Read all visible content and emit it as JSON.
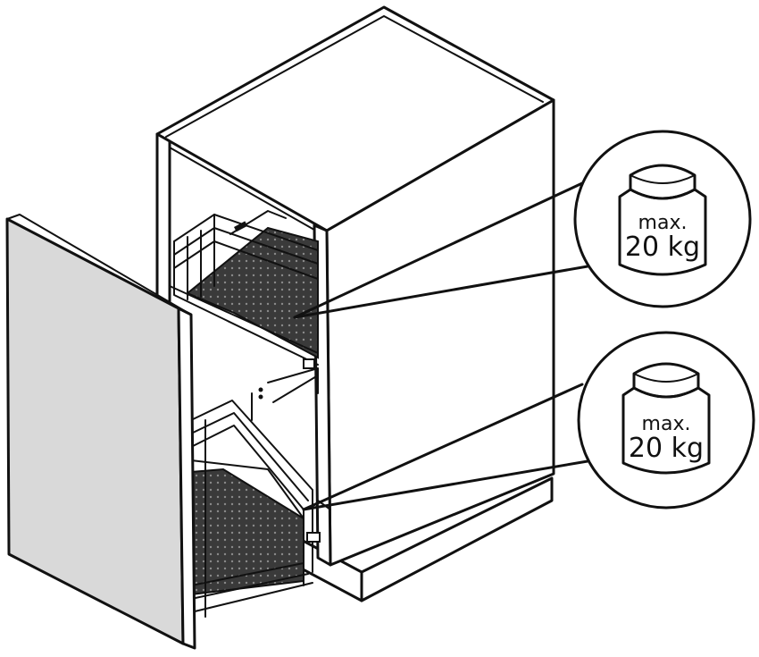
{
  "colors": {
    "door": "#d9d9d9",
    "basket_floor": "#3a3a3a",
    "line": "#111111",
    "background": "#ffffff"
  },
  "callouts": [
    {
      "icon": "weight-icon",
      "label_line1": "max.",
      "label_line2": "20 kg"
    },
    {
      "icon": "weight-icon",
      "label_line1": "max.",
      "label_line2": "20 kg"
    }
  ]
}
